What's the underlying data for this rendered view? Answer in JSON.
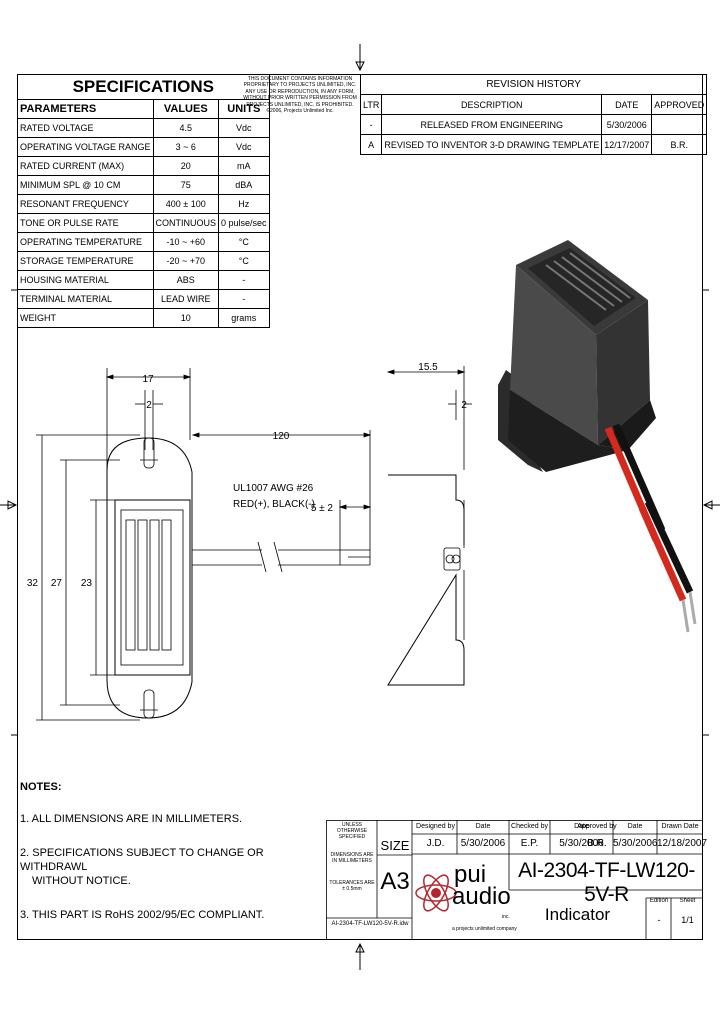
{
  "specifications": {
    "title": "SPECIFICATIONS",
    "headers": [
      "PARAMETERS",
      "VALUES",
      "UNITS"
    ],
    "rows": [
      [
        "RATED VOLTAGE",
        "4.5",
        "Vdc"
      ],
      [
        "OPERATING VOLTAGE RANGE",
        "3 ~ 6",
        "Vdc"
      ],
      [
        "RATED CURRENT (MAX)",
        "20",
        "mA"
      ],
      [
        "MINIMUM SPL @ 10 CM",
        "75",
        "dBA"
      ],
      [
        "RESONANT FREQUENCY",
        "400 ± 100",
        "Hz"
      ],
      [
        "TONE OR PULSE RATE",
        "CONTINUOUS",
        "0 pulse/sec"
      ],
      [
        "OPERATING TEMPERATURE",
        "-10 ~ +60",
        "°C"
      ],
      [
        "STORAGE TEMPERATURE",
        "-20 ~ +70",
        "°C"
      ],
      [
        "HOUSING MATERIAL",
        "ABS",
        "-"
      ],
      [
        "TERMINAL MATERIAL",
        "LEAD WIRE",
        "-"
      ],
      [
        "WEIGHT",
        "10",
        "grams"
      ]
    ]
  },
  "confidential_notice": "THIS DOCUMENT CONTAINS INFORMATION PROPRIETARY TO PROJECTS UNLIMITED, INC. ANY USE OR REPRODUCTION, IN ANY FORM, WITHOUT PRIOR WRITTEN PERMISSION FROM PROJECTS UNLIMITED, INC. IS PROHIBITED. ©2006, Projects Unlimited Inc.",
  "revision_history": {
    "title": "REVISION HISTORY",
    "headers": [
      "LTR",
      "DESCRIPTION",
      "DATE",
      "APPROVED"
    ],
    "rows": [
      [
        "-",
        "RELEASED FROM ENGINEERING",
        "5/30/2006",
        ""
      ],
      [
        "A",
        "REVISED TO INVENTOR 3-D DRAWING TEMPLATE",
        "12/17/2007",
        "B.R."
      ]
    ]
  },
  "dimensions": {
    "width_top": "17",
    "slot_top": "2",
    "lead_length": "120",
    "height_outer": "32",
    "height_mid": "27",
    "height_inner": "23",
    "wire_spec_line1": "UL1007 AWG #26",
    "wire_spec_line2": "RED(+), BLACK(-)",
    "strip": "5 ± 2",
    "side_depth": "15.5",
    "side_slot": "2"
  },
  "notes": {
    "heading": "NOTES:",
    "items": [
      "1. ALL DIMENSIONS ARE IN MILLIMETERS.",
      "2. SPECIFICATIONS SUBJECT TO CHANGE OR WITHDRAWL",
      "WITHOUT NOTICE.",
      "3. THIS PART IS RoHS 2002/95/EC COMPLIANT."
    ]
  },
  "title_block": {
    "tolerance_1": "UNLESS OTHERWISE SPECIFIED",
    "tolerance_2": "DIMENSIONS ARE IN MILLIMETERS",
    "tolerance_3": "TOLERANCES ARE ± 0.5mm",
    "size_label": "SIZE",
    "size_value": "A3",
    "designed_by_label": "Designed by",
    "designed_by": "J.D.",
    "date_label_1": "Date",
    "date_1": "5/30/2006",
    "checked_by_label": "Checked by",
    "checked_by": "E.P.",
    "date_label_2": "Date",
    "date_2": "5/30/2006",
    "approved_by_label": "Approved by",
    "approved_by": "B.R.",
    "date_label_3": "Date",
    "date_3": "5/30/2006",
    "drawn_date_label": "Drawn Date",
    "drawn_date": "12/18/2007",
    "part_number": "AI-2304-TF-LW120-5V-R",
    "description": "Indicator",
    "edition_label": "Edition",
    "edition": "-",
    "sheet_label": "Sheet",
    "sheet": "1/1",
    "file_name": "AI-2304-TF-LW120-5V-R.idw",
    "logo_line1": "pui",
    "logo_line2": "audio",
    "logo_inc": "inc.",
    "logo_tagline": "a projects unlimited company"
  },
  "colors": {
    "wire_red": "#d42a1e",
    "wire_black": "#111111",
    "logo_red": "#b3262c"
  }
}
